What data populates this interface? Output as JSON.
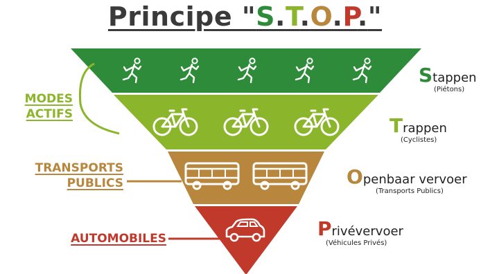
{
  "title": {
    "prefix": "Principe \"",
    "s": "S",
    "dot1": ".",
    "t": "T",
    "dot2": ".",
    "o": "O",
    "dot3": ".",
    "p": "P",
    "dot4": ".",
    "suffix": "\""
  },
  "colors": {
    "level_1": "#2e8b3a",
    "level_2": "#8bb52a",
    "level_3": "#b8863c",
    "level_4": "#c0392b",
    "text": "#3a3a3a"
  },
  "left_labels": {
    "modes_actifs": [
      "MODES",
      "ACTIFS"
    ],
    "transports_publics": [
      "TRANSPORTS",
      "PUBLICS"
    ],
    "automobiles": "AUTOMOBILES"
  },
  "levels": [
    {
      "initial": "S",
      "rest": "tappen",
      "sub": "(Piétons)",
      "icon": "pedestrian-icon",
      "icon_count": 5
    },
    {
      "initial": "T",
      "rest": "rappen",
      "sub": "(Cyclistes)",
      "icon": "bicycle-icon",
      "icon_count": 3
    },
    {
      "initial": "O",
      "rest": "penbaar vervoer",
      "sub": "(Transports Publics)",
      "icon": "bus-icon",
      "icon_count": 2
    },
    {
      "initial": "P",
      "rest": "rivévervoer",
      "sub": "(Véhicules Privés)",
      "icon": "car-icon",
      "icon_count": 1
    }
  ]
}
